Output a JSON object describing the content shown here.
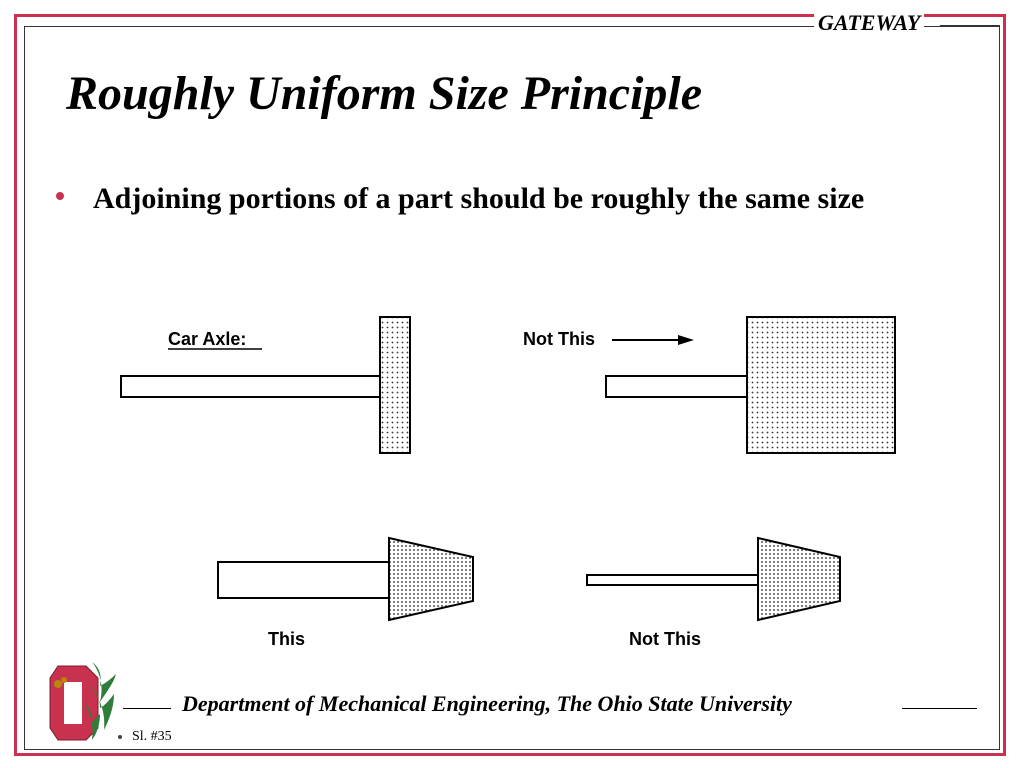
{
  "header": {
    "gateway_label": "GATEWAY"
  },
  "slide": {
    "title": "Roughly Uniform Size Principle",
    "bullet": "Adjoining portions of a part should be roughly the same size"
  },
  "figure": {
    "label_car_axle": "Car Axle:",
    "label_not_this_top": "Not This",
    "label_this": "This",
    "label_not_this_bottom": "Not This"
  },
  "footer": {
    "department": "Department of Mechanical Engineering, The Ohio State University",
    "slide_number": "Sl. #35"
  },
  "colors": {
    "frame_accent": "#c8324f",
    "logo_green": "#2f7d3a",
    "logo_red": "#c8324f"
  }
}
